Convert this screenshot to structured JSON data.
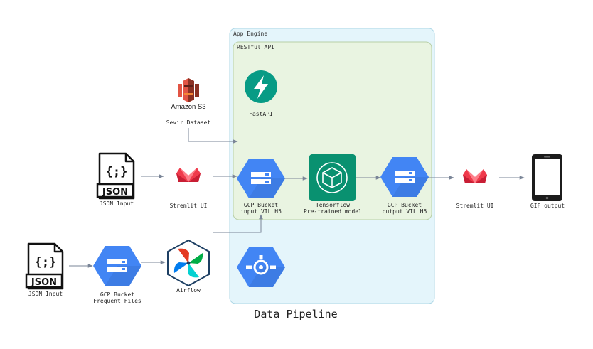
{
  "title": "Data Pipeline",
  "clusters": {
    "app_engine": "App Engine",
    "restful_api": "RESTful API"
  },
  "nodes": {
    "fastapi": {
      "label": "FastAPI",
      "icon": "fastapi-icon",
      "color": "#079b85"
    },
    "amazon_s3": {
      "logo_text": "Amazon S3",
      "label": "Sevir Dataset",
      "icon": "amazon-s3-icon",
      "color": "#d63b2d"
    },
    "json_input_top": {
      "label": "JSON Input",
      "icon_text": "JSON",
      "icon_braces": "{;}"
    },
    "streamlit_left": {
      "label": "Stremlit UI",
      "icon": "streamlit-icon",
      "color": "#ef3a4b"
    },
    "gcp_input": {
      "label_line1": "GCP Bucket",
      "label_line2": "input VIL H5",
      "icon": "gcp-storage-icon",
      "color": "#4285f4"
    },
    "tensorflow": {
      "label_line1": "Tensorflow",
      "label_line2": "Pre-trained model",
      "icon": "tensorflow-model-icon",
      "color": "#0b9d78"
    },
    "gcp_output": {
      "label_line1": "GCP Bucket",
      "label_line2": "output VIL H5",
      "icon": "gcp-storage-icon",
      "color": "#4285f4"
    },
    "streamlit_right": {
      "label": "Stremlit UI",
      "icon": "streamlit-icon",
      "color": "#ef3a4b"
    },
    "gif_output": {
      "label": "GIF output",
      "icon": "tablet-icon"
    },
    "json_input_bottom": {
      "label": "JSON Input",
      "icon_text": "JSON",
      "icon_braces": "{;}"
    },
    "gcp_frequent": {
      "label_line1": "GCP Bucket",
      "label_line2": "Frequent Files",
      "icon": "gcp-storage-icon",
      "color": "#4285f4"
    },
    "airflow": {
      "label": "Airflow",
      "icon": "airflow-icon"
    },
    "app_engine_icon": {
      "icon": "app-engine-icon",
      "color": "#4285f4"
    }
  },
  "colors": {
    "app_engine_fill": "#e4f5fb",
    "app_engine_stroke": "#aed7e6",
    "restful_fill": "#e9f4e1",
    "restful_stroke": "#b8cfa6",
    "edge": "#7a8597"
  }
}
